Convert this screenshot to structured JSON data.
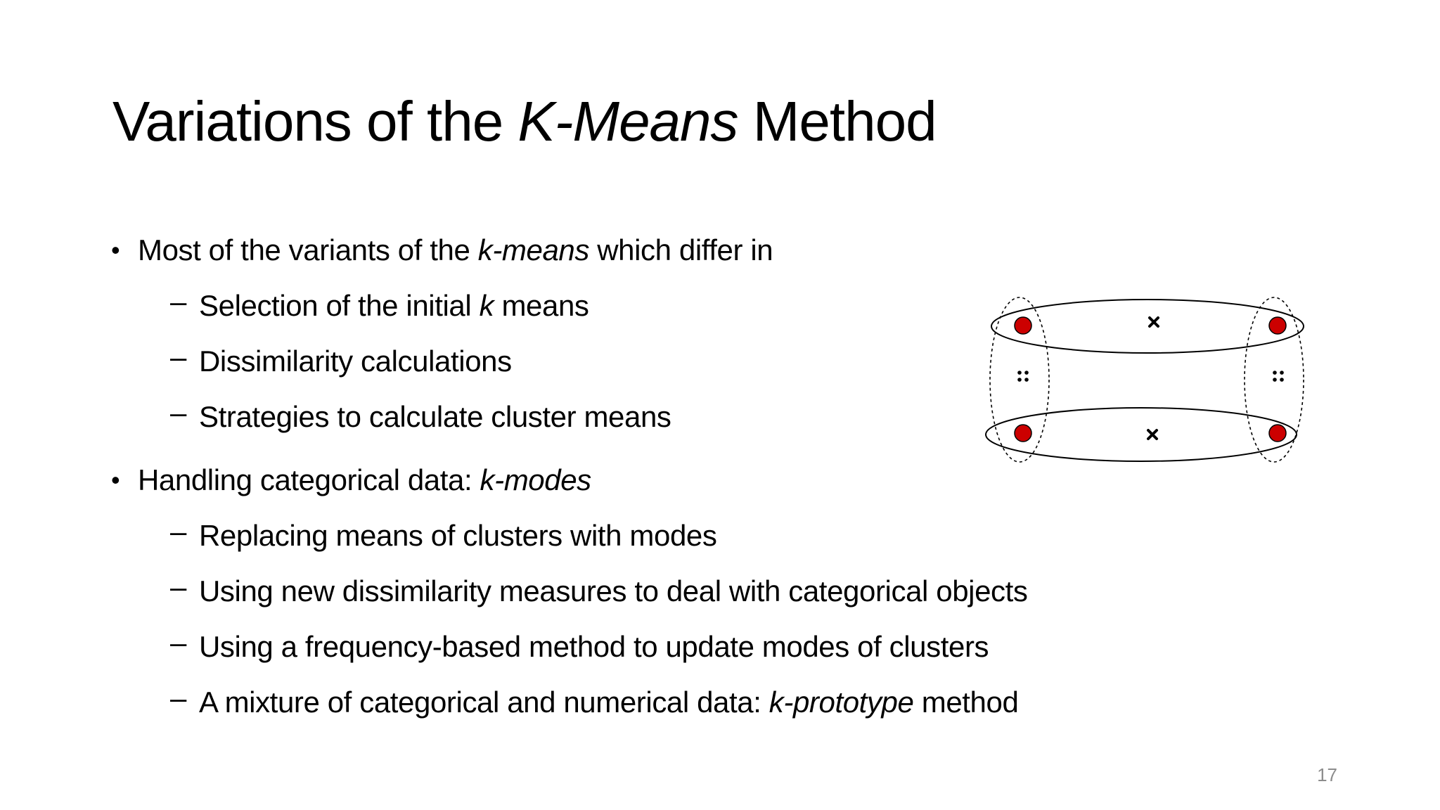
{
  "slide": {
    "title": {
      "prefix": "Variations of the ",
      "emphasis": "K-Means",
      "suffix": " Method"
    },
    "bullets": [
      {
        "text": "Most of the variants of the ",
        "emphasis": "k-means",
        "suffix": " which differ in",
        "subitems": [
          {
            "pre": "Selection of the initial ",
            "em": "k",
            "post": " means"
          },
          {
            "pre": "Dissimilarity calculations",
            "em": "",
            "post": ""
          },
          {
            "pre": "Strategies to calculate cluster means",
            "em": "",
            "post": ""
          }
        ]
      },
      {
        "text": "Handling categorical data: ",
        "emphasis": "k-modes",
        "suffix": "",
        "subitems": [
          {
            "pre": "Replacing means of clusters with modes",
            "em": "",
            "post": ""
          },
          {
            "pre": "Using new dissimilarity measures to deal with categorical objects",
            "em": "",
            "post": ""
          },
          {
            "pre": "Using a frequency-based method to update modes of clusters",
            "em": "",
            "post": ""
          },
          {
            "pre": "A mixture of categorical and numerical data: ",
            "em": "k-prototype",
            "post": " method"
          }
        ]
      }
    ],
    "bullet_glyph": "•",
    "sub_bullet_glyph": "–",
    "page_number": "17"
  },
  "diagram": {
    "point_color": "#cc0000",
    "point_stroke": "#000000",
    "centroid_marker": "x-mark",
    "alt_centroid_marker": "four-dot-mark"
  }
}
